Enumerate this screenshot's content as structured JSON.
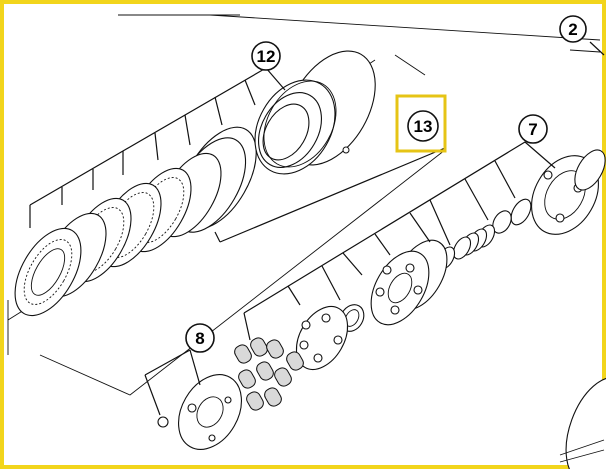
{
  "callouts": [
    {
      "label": "2"
    },
    {
      "label": "12"
    },
    {
      "label": "13",
      "highlighted": true
    },
    {
      "label": "7"
    },
    {
      "label": "8"
    }
  ],
  "colors": {
    "frame": "#f2d51c",
    "highlight": "#e6c415",
    "line": "#111111",
    "background": "#ffffff"
  }
}
